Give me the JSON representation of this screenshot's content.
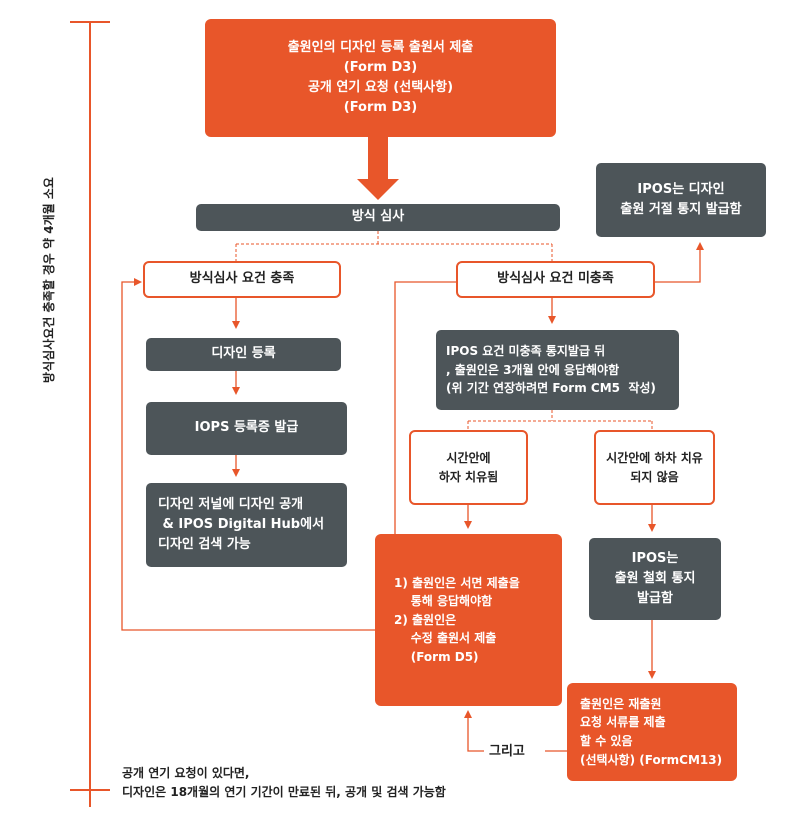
{
  "timeline": {
    "label": "방식심사요건 충족할 경우 약 4개월 소요"
  },
  "submit": {
    "lines": [
      "출원인의 디자인 등록 출원서 제출",
      "(Form D3)",
      "공개 연기 요청 (선택사항)",
      "(Form D3)"
    ]
  },
  "formal_exam": {
    "label": "방식 심사"
  },
  "ipos_refusal": {
    "lines": [
      "IPOS는 디자인",
      "출원 거절 통지 발급함"
    ]
  },
  "req_met": {
    "label": "방식심사 요건 충족"
  },
  "req_not_met": {
    "label": "방식심사 요건 미충족"
  },
  "design_reg": {
    "label": "디자인 등록"
  },
  "cert_issue": {
    "label": "IOPS 등록증 발급"
  },
  "publish": {
    "lines": [
      "디자인 저널에 디자인 공개",
      " & IPOS Digital Hub에서",
      "디자인 검색 가능"
    ]
  },
  "notice": {
    "lines": [
      "IPOS 요건 미충족 통지발급 뒤",
      ", 출원인은 3개월 안에 응답해야함",
      "(위 기간 연장하려면 Form CM5  작성)"
    ]
  },
  "cured": {
    "lines": [
      "시간안에",
      "하자 치유됨"
    ]
  },
  "not_cured": {
    "lines": [
      "시간안에 하차 치유",
      "되지 않음"
    ]
  },
  "applicant_action": {
    "lines": [
      "1) 출원인은 서면 제출을",
      "    통해 응답해야함",
      "2) 출원인은",
      "    수정 출원서 제출",
      "    (Form D5)"
    ]
  },
  "withdrawal": {
    "lines": [
      "IPOS는",
      "출원 철회 통지",
      "발급함"
    ]
  },
  "reinstate": {
    "lines": [
      "출원인은 재출원",
      "요청 서류를 제출",
      "할 수 있음",
      "(선택사항) (FormCM13)"
    ]
  },
  "and_label": {
    "text": "그리고"
  },
  "footer": {
    "lines": [
      "공개 연기 요청이 있다면,",
      "디자인은 18개월의 연기 기간이 만료된 뒤, 공개 및 검색 가능함"
    ]
  },
  "colors": {
    "accent": "#e8562a",
    "box_gray": "#4d5559"
  }
}
